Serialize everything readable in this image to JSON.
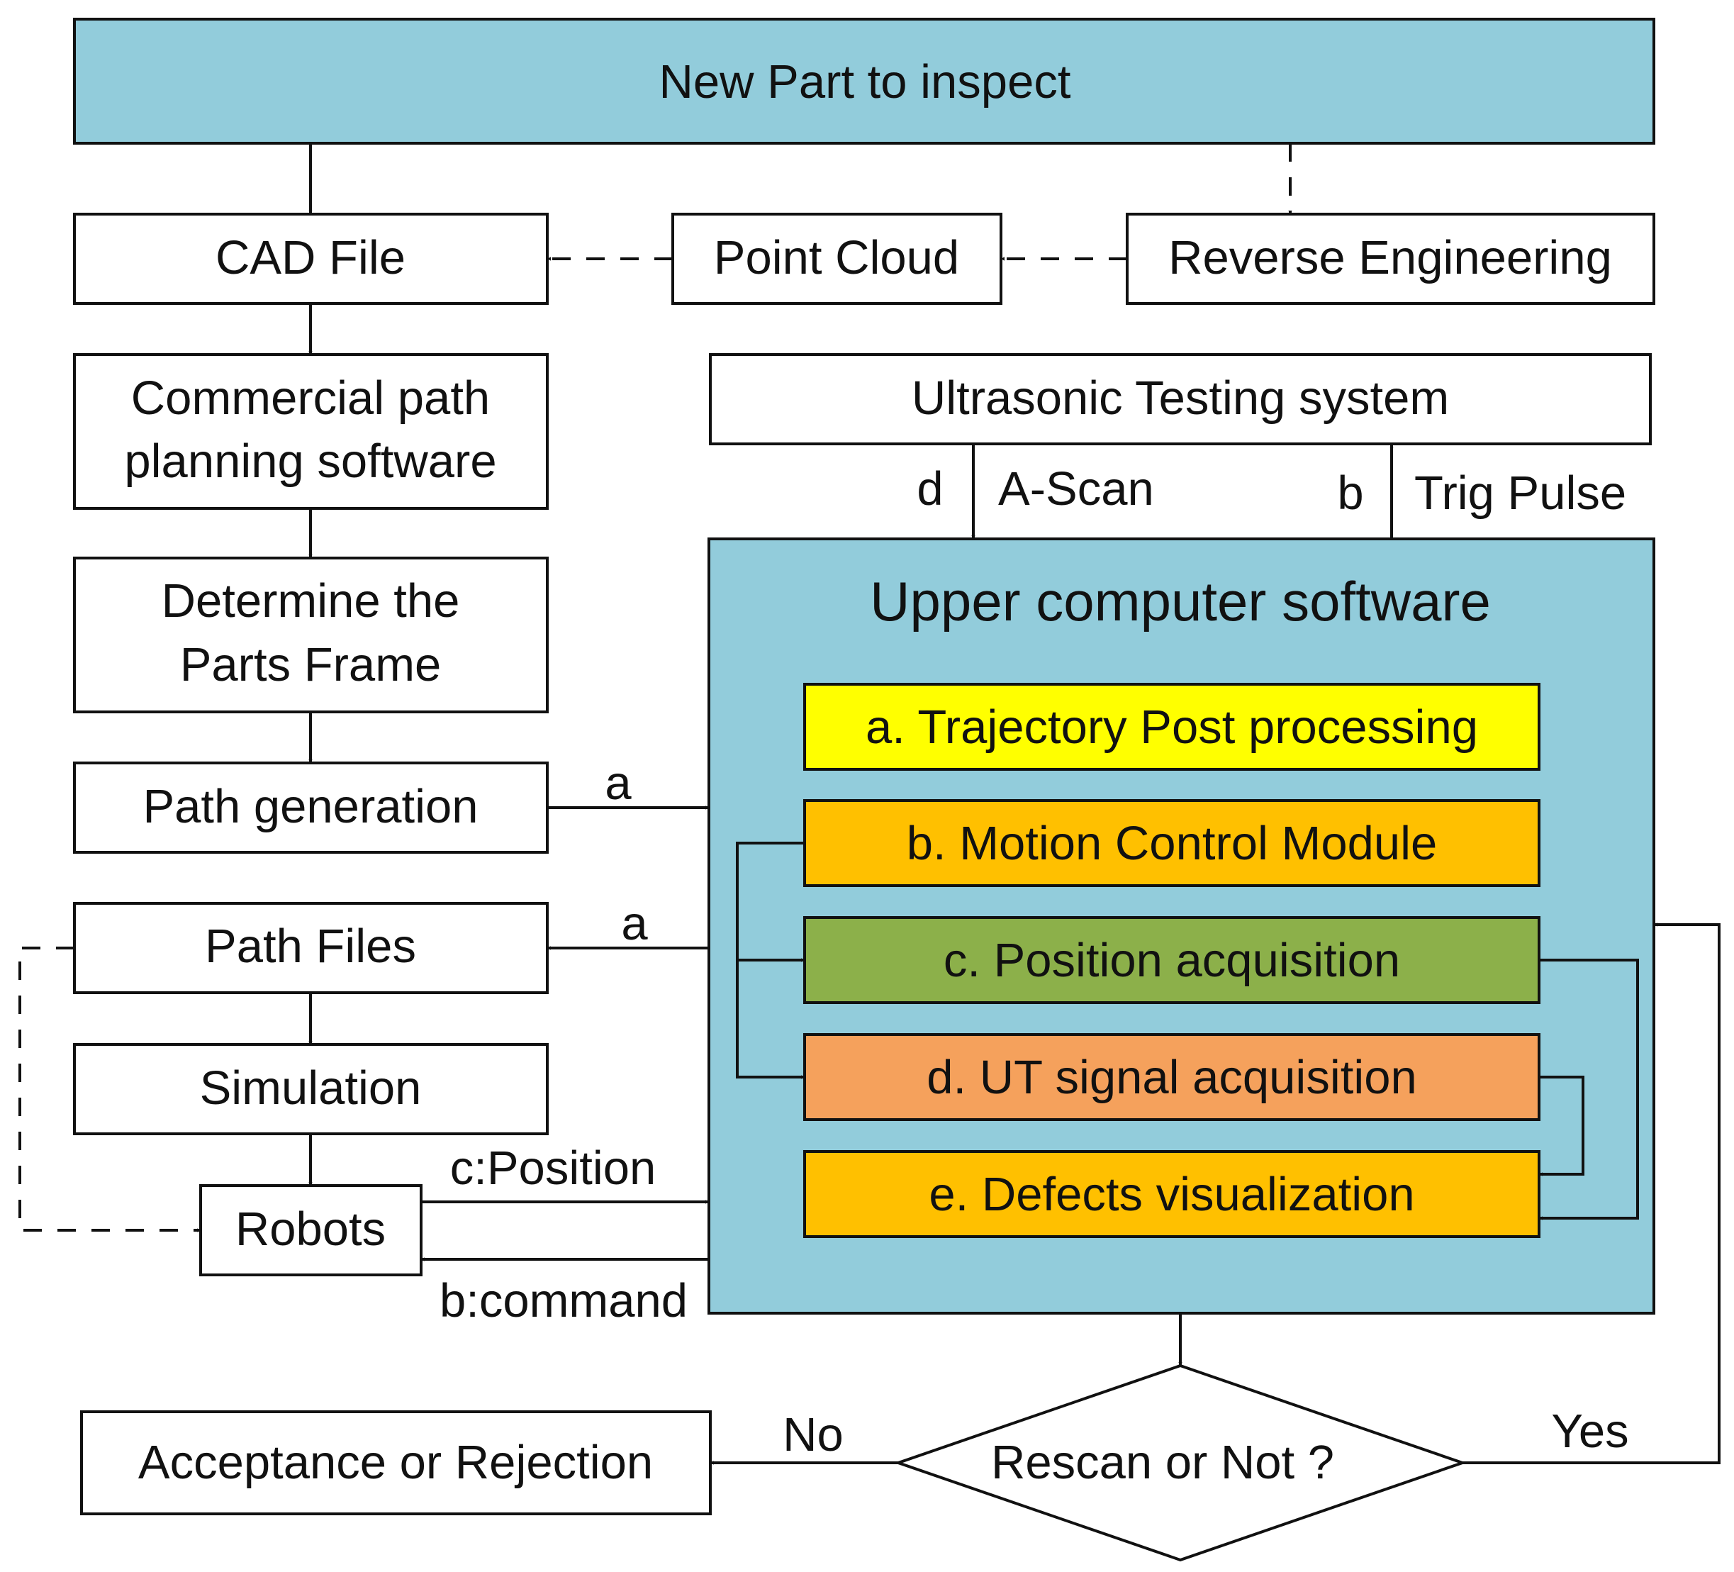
{
  "colors": {
    "top_box": "#92ccdb",
    "upper_panel": "#92ccdb",
    "title_red": "#c0181f",
    "module_a": "#ffff00",
    "module_b": "#ffc000",
    "module_c": "#8cb04a",
    "module_d": "#f5a15c",
    "module_e": "#ffc000",
    "stroke": "#111111"
  },
  "top": {
    "label": "New Part to inspect"
  },
  "boxes": {
    "cad": "CAD File",
    "point_cloud": "Point Cloud",
    "reverse": "Reverse Engineering",
    "planning_line1": "Commercial path",
    "planning_line2": "planning software",
    "frame_line1": "Determine the",
    "frame_line2": "Parts Frame",
    "path_gen": "Path generation",
    "path_files": "Path Files",
    "simulation": "Simulation",
    "robots": "Robots",
    "ut_system": "Ultrasonic Testing  system",
    "acceptance": "Acceptance or Rejection",
    "decision": "Rescan or Not ?"
  },
  "upper": {
    "title": "Upper computer software",
    "modules": {
      "a": "a. Trajectory Post processing",
      "b": "b. Motion Control Module",
      "c": "c. Position acquisition",
      "d": "d. UT signal acquisition",
      "e": "e. Defects visualization"
    }
  },
  "edge_labels": {
    "d": "d",
    "ascan": "A-Scan",
    "b": "b",
    "trig": "Trig Pulse",
    "a_gen": "a",
    "a_files": "a",
    "c_position": "c:Position",
    "b_command": "b:command",
    "no": "No",
    "yes": "Yes"
  },
  "icons": {
    "arrowhead": "filled-triangle"
  }
}
